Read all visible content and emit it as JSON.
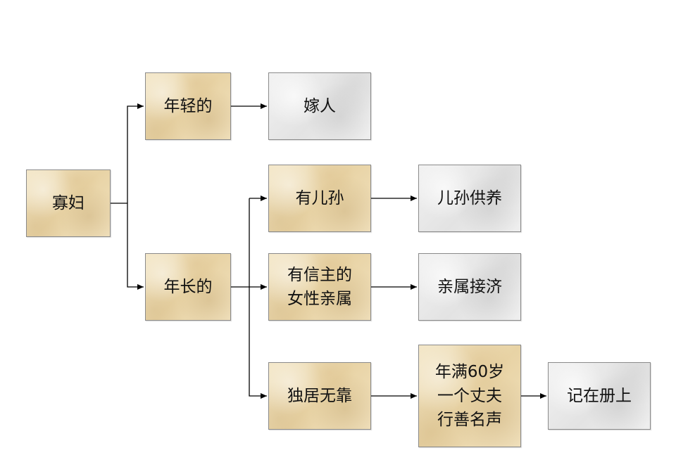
{
  "nodes": {
    "widow": {
      "label": "寡妇"
    },
    "young": {
      "label": "年轻的"
    },
    "old": {
      "label": "年长的"
    },
    "remarry": {
      "label": "嫁人"
    },
    "children": {
      "label": "有儿孙"
    },
    "relative": {
      "lines": [
        "有信主的",
        "女性亲属"
      ]
    },
    "alone": {
      "label": "独居无靠"
    },
    "support": {
      "label": "儿孙供养"
    },
    "aid": {
      "label": "亲属接济"
    },
    "conditions": {
      "lines": [
        "年满60岁",
        "一个丈夫",
        "行善名声"
      ]
    },
    "register": {
      "label": "记在册上"
    }
  },
  "colors": {
    "category_fill": "#efdfbb",
    "outcome_fill": "#ebebeb",
    "connector": "#000000"
  }
}
